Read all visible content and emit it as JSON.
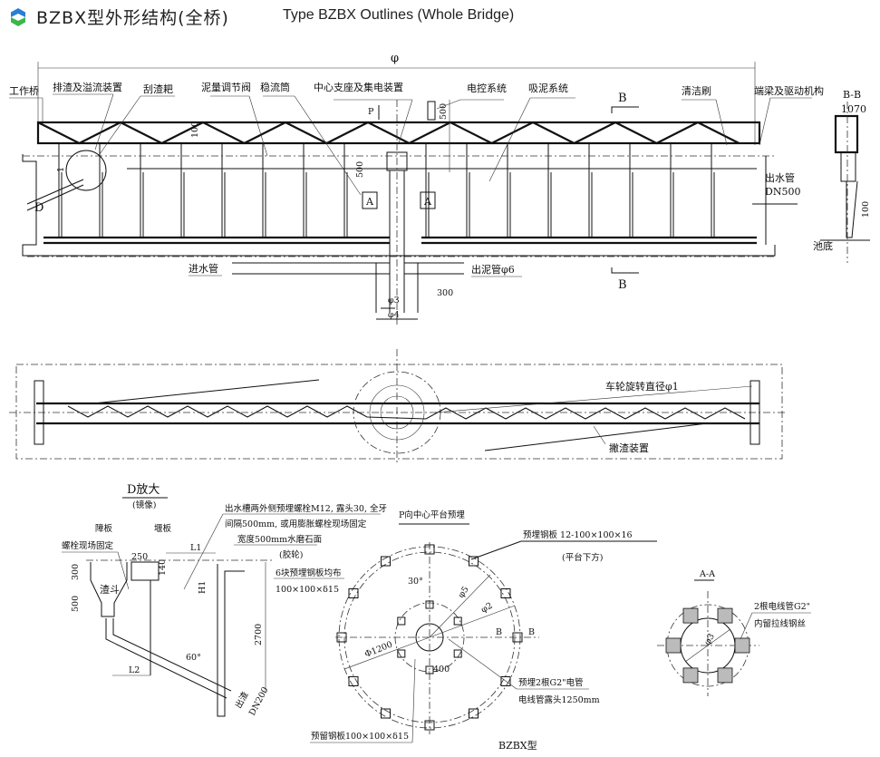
{
  "header": {
    "title_cn": "BZBX型外形结构(全桥)",
    "title_en": "Type BZBX Outlines (Whole Bridge)",
    "logo_colors": [
      "#2a7fd4",
      "#3cb54a"
    ]
  },
  "elevation": {
    "diameter": "φ",
    "labels": {
      "work_bridge": "工作桥",
      "slag_overflow": "排渣及溢流装置",
      "scraper": "刮渣耙",
      "sludge_valve": "泥量调节阀",
      "stilling_well": "稳流筒",
      "center_support": "中心支座及集电装置",
      "electric_control": "电控系统",
      "suction_system": "吸泥系统",
      "cleaning_brush": "清洁刷",
      "end_beam_drive": "端梁及驱动机构",
      "outlet_pipe": "出水管",
      "outlet_dn": "DN500",
      "pool_bottom": "池底",
      "inlet_pipe": "进水管",
      "sludge_pipe": "出泥管φ6"
    },
    "dims": {
      "d100": "100",
      "d500a": "500",
      "d500b": "500",
      "d300": "300",
      "phi3": "φ3",
      "phi4": "φ4",
      "h100": "100"
    },
    "marks": {
      "P": "P",
      "A": "A",
      "B": "B",
      "D": "D",
      "one": "1"
    },
    "section_bb": {
      "title": "B-B",
      "width": "1070"
    }
  },
  "plan": {
    "wheel_diameter": "车轮旋转直径φ1",
    "skimmer": "撇渣装置"
  },
  "detail_d": {
    "title": "D放大",
    "subtitle": "(镜像)",
    "baffle": "障板",
    "weir": "堰板",
    "bolt_fix": "螺栓现场固定",
    "hopper": "渣斗",
    "dims": {
      "w250": "250",
      "L1": "L1",
      "h300": "300",
      "h500": "500",
      "h140": "140",
      "H1": "H1",
      "h2700": "2700",
      "a60": "60°",
      "L2": "L2"
    },
    "slag_out": "出渣",
    "slag_dn": "DN200",
    "notes": [
      "出水槽两外侧预埋螺栓M12, 露头30, 全牙",
      "间隔500mm, 或用膨胀螺栓现场固定",
      "宽度500mm水磨石面",
      "(胶轮)",
      "6块预埋钢板均布",
      "100×100×δ15"
    ]
  },
  "p_view": {
    "title": "P向中心平台预埋",
    "plate_note": "预埋钢板 12-100×100×16",
    "plate_note2": "(平台下方)",
    "angle": "30°",
    "phi5": "φ5",
    "phi2": "φ2",
    "phi1200": "Φ1200",
    "d400": "400",
    "b_left": "B",
    "b_right": "B",
    "conduit1": "预埋2根G2\"电管",
    "conduit2": "电线管露头1250mm",
    "reserve_plate": "预留钢板100×100×δ15",
    "model": "BZBX型"
  },
  "section_aa": {
    "title": "A-A",
    "phi3": "φ3",
    "note1": "2根电线管G2\"",
    "note2": "内留拉线钢丝"
  }
}
